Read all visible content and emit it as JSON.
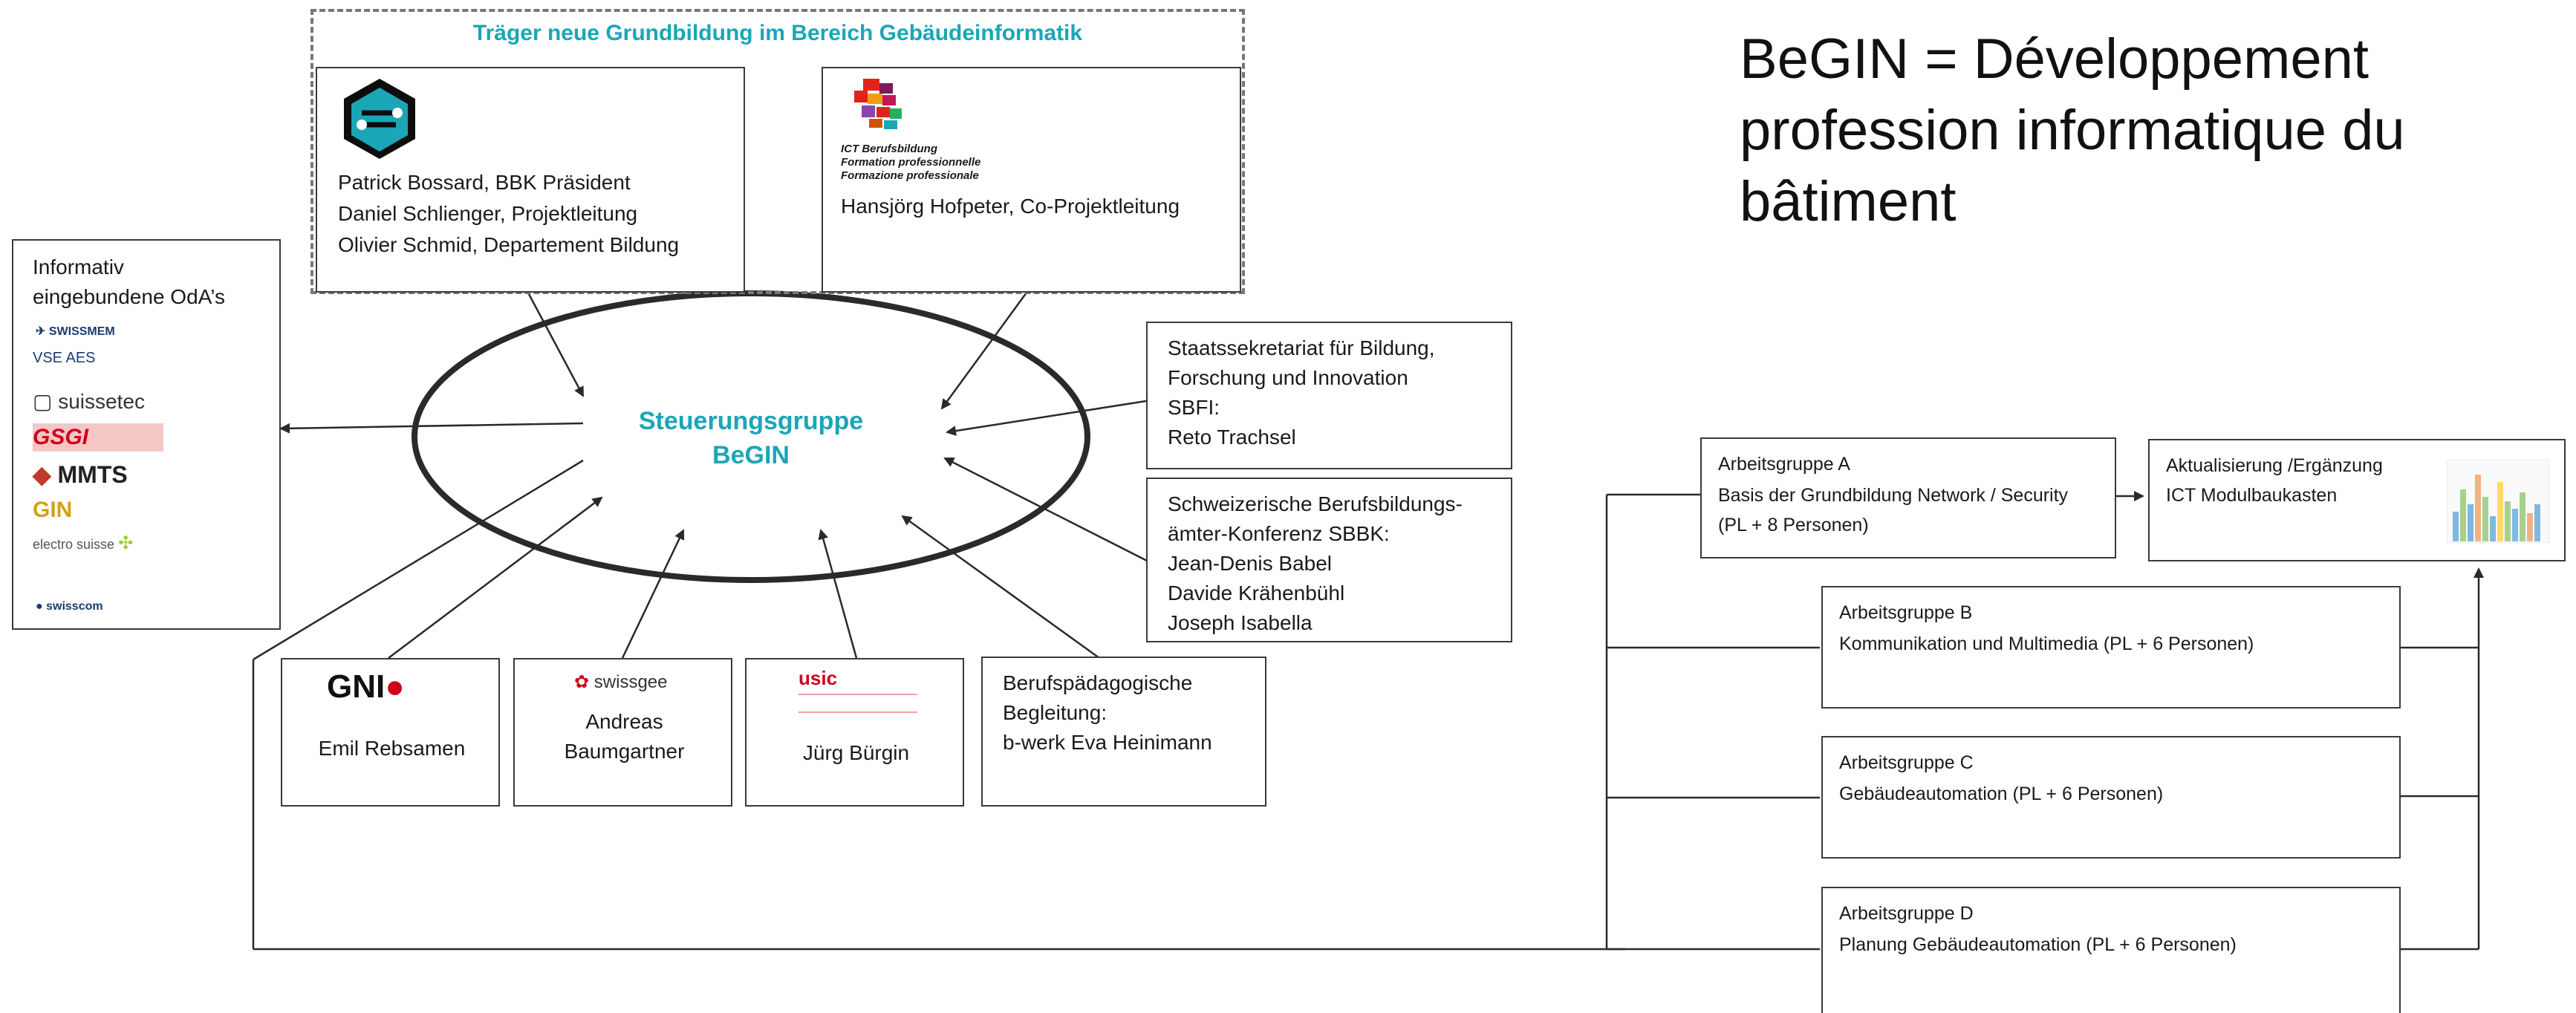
{
  "colors": {
    "accent": "#1aa6b7",
    "line": "#2a2a2a"
  },
  "sponsor_group": {
    "title": "Träger neue Grundbildung im Bereich Gebäudeinformatik",
    "bbk": {
      "logo_icon": "bbk-hexagon-logo",
      "lines": [
        "Patrick Bossard, BBK Präsident",
        "Daniel Schlienger, Projektleitung",
        "Olivier Schmid, Departement Bildung"
      ]
    },
    "ict": {
      "logo_text": "ICT Berufsbildung\nFormation professionnelle\nFormazione professionale",
      "lines": [
        "Hansjörg Hofpeter, Co-Projektleitung"
      ]
    }
  },
  "headline": "BeGIN = Développement\nprofession informatique du\nbâtiment",
  "oda": {
    "title": "Informativ\neingebundene OdA’s",
    "logos": [
      "SWISSMEM",
      "VSE AES",
      "suissetec",
      "GSGI",
      "MMTS",
      "GIN",
      "electro suisse",
      "swisscom"
    ]
  },
  "steering": {
    "line1": "Steuerungsgruppe",
    "line2": "BeGIN"
  },
  "sbfi": {
    "text": "Staatssekretariat für Bildung,\nForschung  und Innovation\nSBFI:\nReto Trachsel"
  },
  "sbbk": {
    "text": "Schweizerische Berufsbildungs-\nämter-Konferenz SBBK:\nJean-Denis Babel\nDavide Krähenbühl\nJoseph Isabella"
  },
  "members": [
    {
      "logo": "GNI",
      "name": "Emil Rebsamen"
    },
    {
      "logo": "swissgee",
      "name": "Andreas\nBaumgartner"
    },
    {
      "logo": "usic",
      "name": "Jürg Bürgin"
    }
  ],
  "pedagogy": {
    "text": "Berufspädagogische\nBegleitung:\nb-werk Eva Heinimann"
  },
  "working_groups": [
    {
      "title": "Arbeitsgruppe A",
      "text": "Basis der Grundbildung Network / Security\n(PL + 8 Personen)"
    },
    {
      "title": "Arbeitsgruppe B",
      "text": "Kommunikation und Multimedia (PL + 6 Personen)"
    },
    {
      "title": "Arbeitsgruppe C",
      "text": "Gebäudeautomation (PL + 6 Personen)"
    },
    {
      "title": "Arbeitsgruppe D",
      "text": "Planung Gebäudeautomation (PL + 6 Personen)"
    }
  ],
  "ict_update": {
    "text": "Aktualisierung /Ergänzung\nICT Modulbaukasten"
  }
}
